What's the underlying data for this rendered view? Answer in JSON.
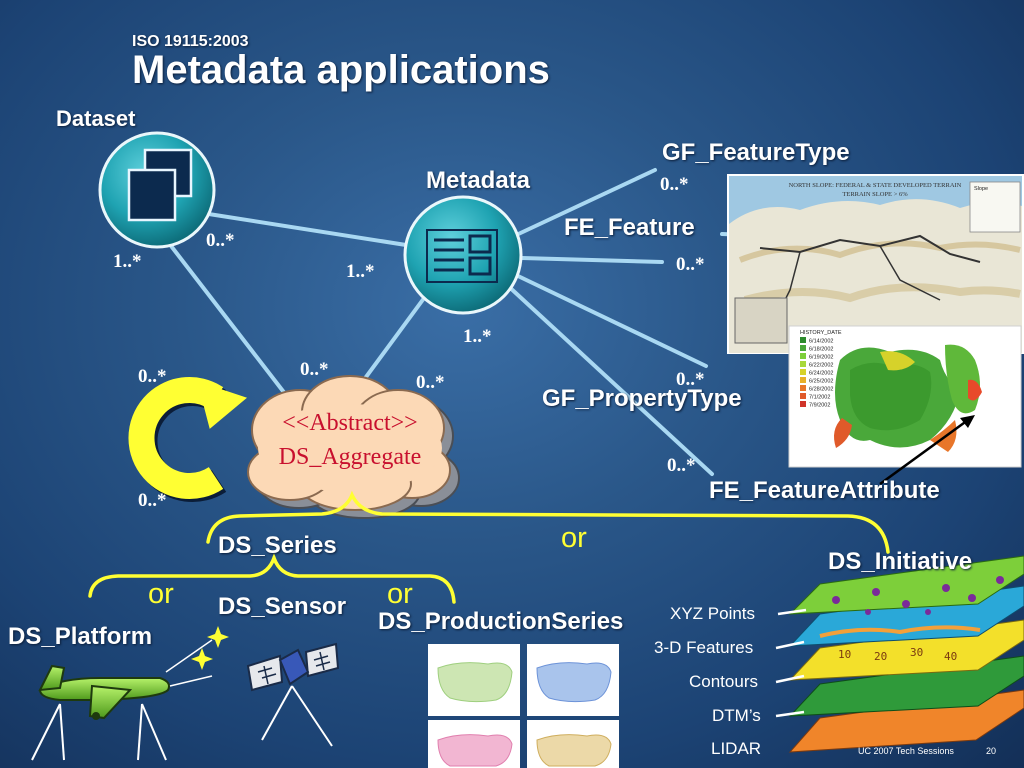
{
  "slide": {
    "subtitle": "ISO 19115:2003",
    "title": "Metadata applications",
    "footer_left": "UC 2007 Tech Sessions",
    "footer_right": "20"
  },
  "nodes": {
    "dataset": "Dataset",
    "metadata": "Metadata",
    "gf_featuretype": "GF_FeatureType",
    "fe_feature": "FE_Feature",
    "gf_propertytype": "GF_PropertyType",
    "fe_featureattribute": "FE_FeatureAttribute",
    "abstract_line1": "<<Abstract>>",
    "abstract_line2": "DS_Aggregate",
    "ds_series": "DS_Series",
    "ds_initiative": "DS_Initiative",
    "ds_sensor": "DS_Sensor",
    "ds_productionseries": "DS_ProductionSeries",
    "ds_platform": "DS_Platform"
  },
  "multiplicities": {
    "dataset_metadata": "0..*",
    "dataset_left": "1..*",
    "metadata_left": "1..*",
    "metadata_bottom": "1..*",
    "gf_featuretype": "0..*",
    "fe_feature": "0..*",
    "gf_propertytype": "0..*",
    "fe_featureattribute": "0..*",
    "aggregate_top": "0..*",
    "aggregate_right": "0..*",
    "loop_top": "0..*",
    "loop_bottom": "0..*"
  },
  "or_labels": {
    "series": "or",
    "sensor_left": "or",
    "sensor_right": "or"
  },
  "layers": [
    "XYZ Points",
    "3-D Features",
    "Contours",
    "DTM’s",
    "LIDAR"
  ],
  "layer_numbers": [
    "10",
    "20",
    "30",
    "40"
  ],
  "map": {
    "title_line1": "NORTH SLOPE: FEDERAL & STATE DEVELOPED TERRAIN",
    "title_line2": "TERRAIN SLOPE > 6%",
    "legend_title": "Slope"
  },
  "history_legend": {
    "title": "HISTORY_DATE",
    "dates": [
      "6/14/2002",
      "6/18/2002",
      "6/19/2002",
      "6/22/2002",
      "6/24/2002",
      "6/25/2002",
      "6/28/2002",
      "7/1/2002",
      "7/9/2002"
    ]
  },
  "colors": {
    "yellow": "#ffff33",
    "connector": "#a9d8f2",
    "node_teal": "#1fa3b2",
    "cloud": "#fcd9b6",
    "abstract_text": "#c8102e"
  }
}
